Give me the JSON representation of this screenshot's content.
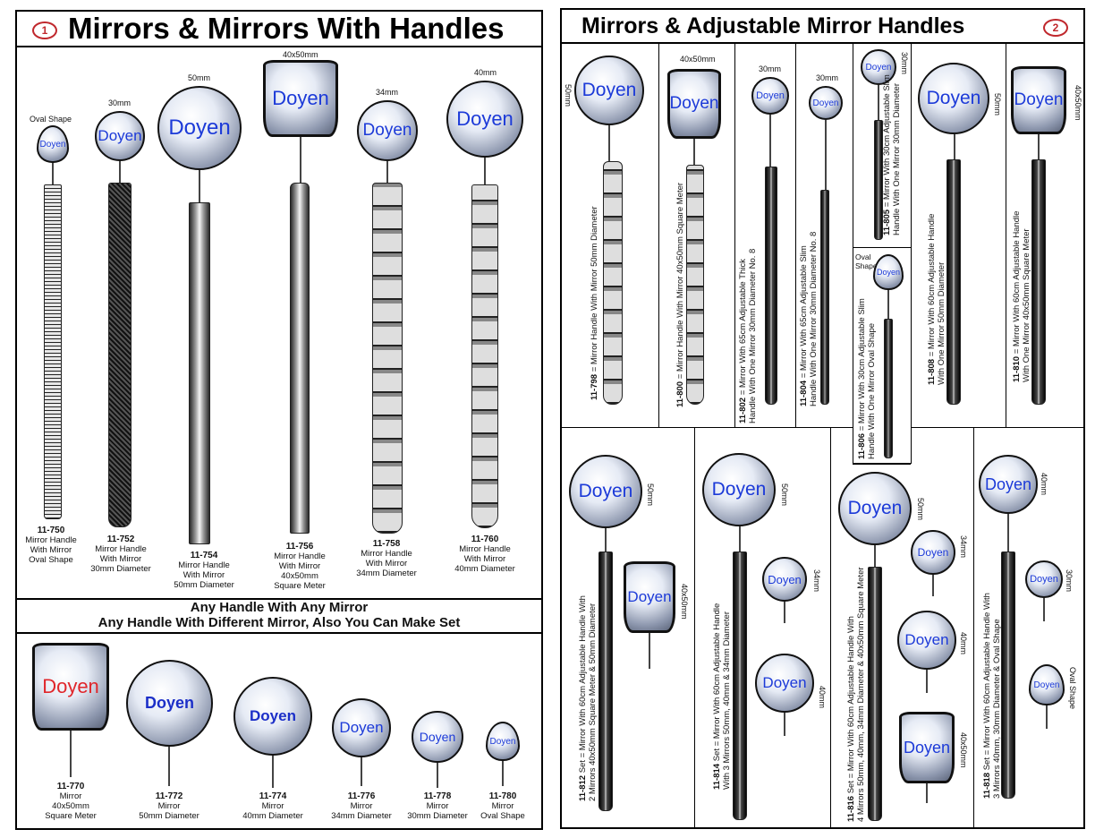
{
  "left_catalog": {
    "title": "Mirrors & Mirrors With Handles",
    "number": "1",
    "products": [
      {
        "code": "11-750",
        "lines": [
          "Mirror Handle",
          "With Mirror",
          "Oval Shape"
        ],
        "dim": "Oval Shape",
        "label": "Doyen"
      },
      {
        "code": "11-752",
        "lines": [
          "Mirror Handle",
          "With Mirror",
          "30mm Diameter"
        ],
        "dim": "30mm",
        "label": "Doyen"
      },
      {
        "code": "11-754",
        "lines": [
          "Mirror Handle",
          "With Mirror",
          "50mm Diameter"
        ],
        "dim": "50mm",
        "label": "Doyen"
      },
      {
        "code": "11-756",
        "lines": [
          "Mirror Handle",
          "With Mirror",
          "40x50mm",
          "Square Meter"
        ],
        "dim": "40x50mm",
        "label": "Doyen"
      },
      {
        "code": "11-758",
        "lines": [
          "Mirror Handle",
          "With Mirror",
          "34mm Diameter"
        ],
        "dim": "34mm",
        "label": "Doyen"
      },
      {
        "code": "11-760",
        "lines": [
          "Mirror Handle",
          "With Mirror",
          "40mm Diameter"
        ],
        "dim": "40mm",
        "label": "Doyen"
      }
    ],
    "banner": [
      "Any Handle With Any Mirror",
      "Any Handle With Different Mirror, Also You Can Make Set"
    ],
    "mirrors": [
      {
        "code": "11-770",
        "lines": [
          "Mirror",
          "40x50mm",
          "Square Meter"
        ],
        "label": "Doyen",
        "label_color": "#e0262b"
      },
      {
        "code": "11-772",
        "lines": [
          "Mirror",
          "50mm Diameter"
        ],
        "label": "Doyen",
        "label_color": "#1c2fc8"
      },
      {
        "code": "11-774",
        "lines": [
          "Mirror",
          "40mm Diameter"
        ],
        "label": "Doyen",
        "label_color": "#1c2fc8"
      },
      {
        "code": "11-776",
        "lines": [
          "Mirror",
          "34mm Diameter"
        ],
        "label": "Doyen",
        "label_color": "#1c3ad8"
      },
      {
        "code": "11-778",
        "lines": [
          "Mirror",
          "30mm Diameter"
        ],
        "label": "Doyen",
        "label_color": "#1c3ad8"
      },
      {
        "code": "11-780",
        "lines": [
          "Mirror",
          "Oval Shape"
        ],
        "label": "Doyen",
        "label_color": "#1c3ad8"
      }
    ]
  },
  "right_catalog": {
    "title": "Mirrors & Adjustable Mirror Handles",
    "number": "2",
    "top_products": [
      {
        "code": "11-798",
        "desc1": " = Mirror Handle With Mirror 50mm Diameter",
        "desc2": "",
        "dim": "50mm",
        "label": "Doyen"
      },
      {
        "code": "11-800",
        "desc1": " = Mirror Handle With Mirror 40x50mm Square Meter",
        "desc2": "",
        "dim": "40x50mm",
        "label": "Doyen"
      },
      {
        "code": "11-802",
        "desc1": " = Mirror With 65cm Adjustable Thick",
        "desc2": "Handle With One Mirror 30mm Diameter No. 8",
        "dim": "30mm",
        "label": "Doyen"
      },
      {
        "code": "11-804",
        "desc1": " = Mirror With 65cm Adjustable Slim",
        "desc2": "Handle With One Mirror 30mm Diameter No. 8",
        "dim": "30mm",
        "label": "Doyen"
      },
      {
        "code": "11-805",
        "desc1": " = Mirror With 30cm Adjustable Slim",
        "desc2": "Handle With One Mirror 30mm Diameter",
        "dim": "30mm",
        "label": "Doyen"
      },
      {
        "code": "11-806",
        "desc1": " = Mirror With 30cm Adjustable Slim",
        "desc2": "Handle With One Mirror Oval Shape",
        "dim": "Oval Shape",
        "label": "Doyen"
      },
      {
        "code": "11-808",
        "desc1": " = Mirror With 60cm Adjustable Handle",
        "desc2": "With One Mirror 50mm Diameter",
        "dim": "50mm",
        "label": "Doyen"
      },
      {
        "code": "11-810",
        "desc1": " = Mirror With 60cm Adjustable Handle",
        "desc2": "With One Mirror 40x50mm Square Meter",
        "dim": "40x50mm",
        "label": "Doyen"
      }
    ],
    "sets": [
      {
        "code": "11-812",
        "desc1": " Set = Mirror With 60cm Adjustable Handle With",
        "desc2": "2 Mirrors 40x50mm Square Meter & 50mm Diameter",
        "dims": [
          "50mm",
          "40x50mm"
        ],
        "label": "Doyen"
      },
      {
        "code": "11-814",
        "desc1": " Set = Mirror With 60cm Adjustable Handle",
        "desc2": "With 3 Mirrors 50mm, 40mm & 34mm Diameter",
        "dims": [
          "50mm",
          "34mm",
          "40mm"
        ],
        "label": "Doyen"
      },
      {
        "code": "11-816",
        "desc1": " Set = Mirror With 60cm Adjustable Handle With",
        "desc2": "4 Mirrors 50mm, 40mm, 34mm Diameter & 40x50mm Square Meter",
        "dims": [
          "50mm",
          "34mm",
          "40mm",
          "40x50mm"
        ],
        "label": "Doyen"
      },
      {
        "code": "11-818",
        "desc1": " Set = Mirror With 60cm Adjustable Handle With",
        "desc2": "3 Mirrors 40mm, 30mm Diameter & Oval Shape",
        "dims": [
          "40mm",
          "30mm",
          "Oval Shape"
        ],
        "label": "Doyen"
      }
    ]
  }
}
